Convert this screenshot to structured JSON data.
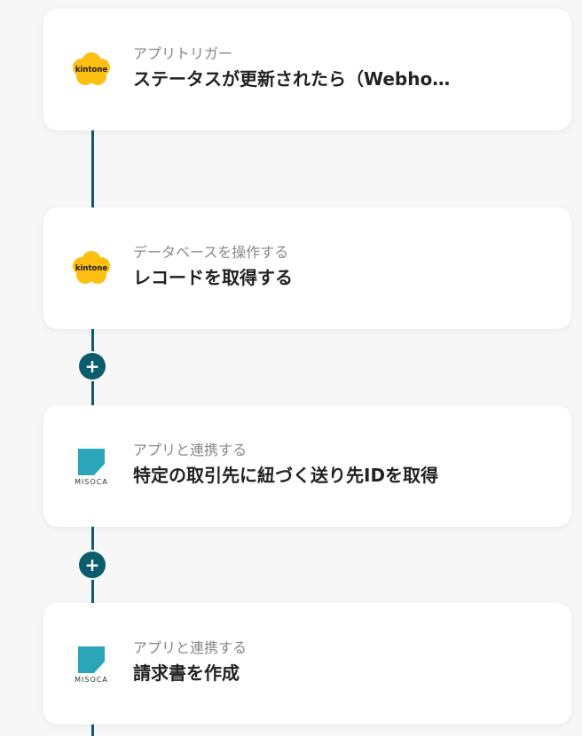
{
  "steps": [
    {
      "subtitle": "アプリトリガー",
      "title": "ステータスが更新されたら（Webho…",
      "app": "kintone",
      "icon": "kintone-icon"
    },
    {
      "subtitle": "データベースを操作する",
      "title": "レコードを取得する",
      "app": "kintone",
      "icon": "kintone-icon"
    },
    {
      "subtitle": "アプリと連携する",
      "title": "特定の取引先に紐づく送り先IDを取得",
      "app": "misoca",
      "icon": "misoca-icon"
    },
    {
      "subtitle": "アプリと連携する",
      "title": "請求書を作成",
      "app": "misoca",
      "icon": "misoca-icon"
    }
  ],
  "add_button": {
    "symbol": "+"
  },
  "colors": {
    "connector": "#0b5d6e",
    "kintone_yellow": "#fdbf12",
    "misoca_teal": "#2ba6b8"
  }
}
